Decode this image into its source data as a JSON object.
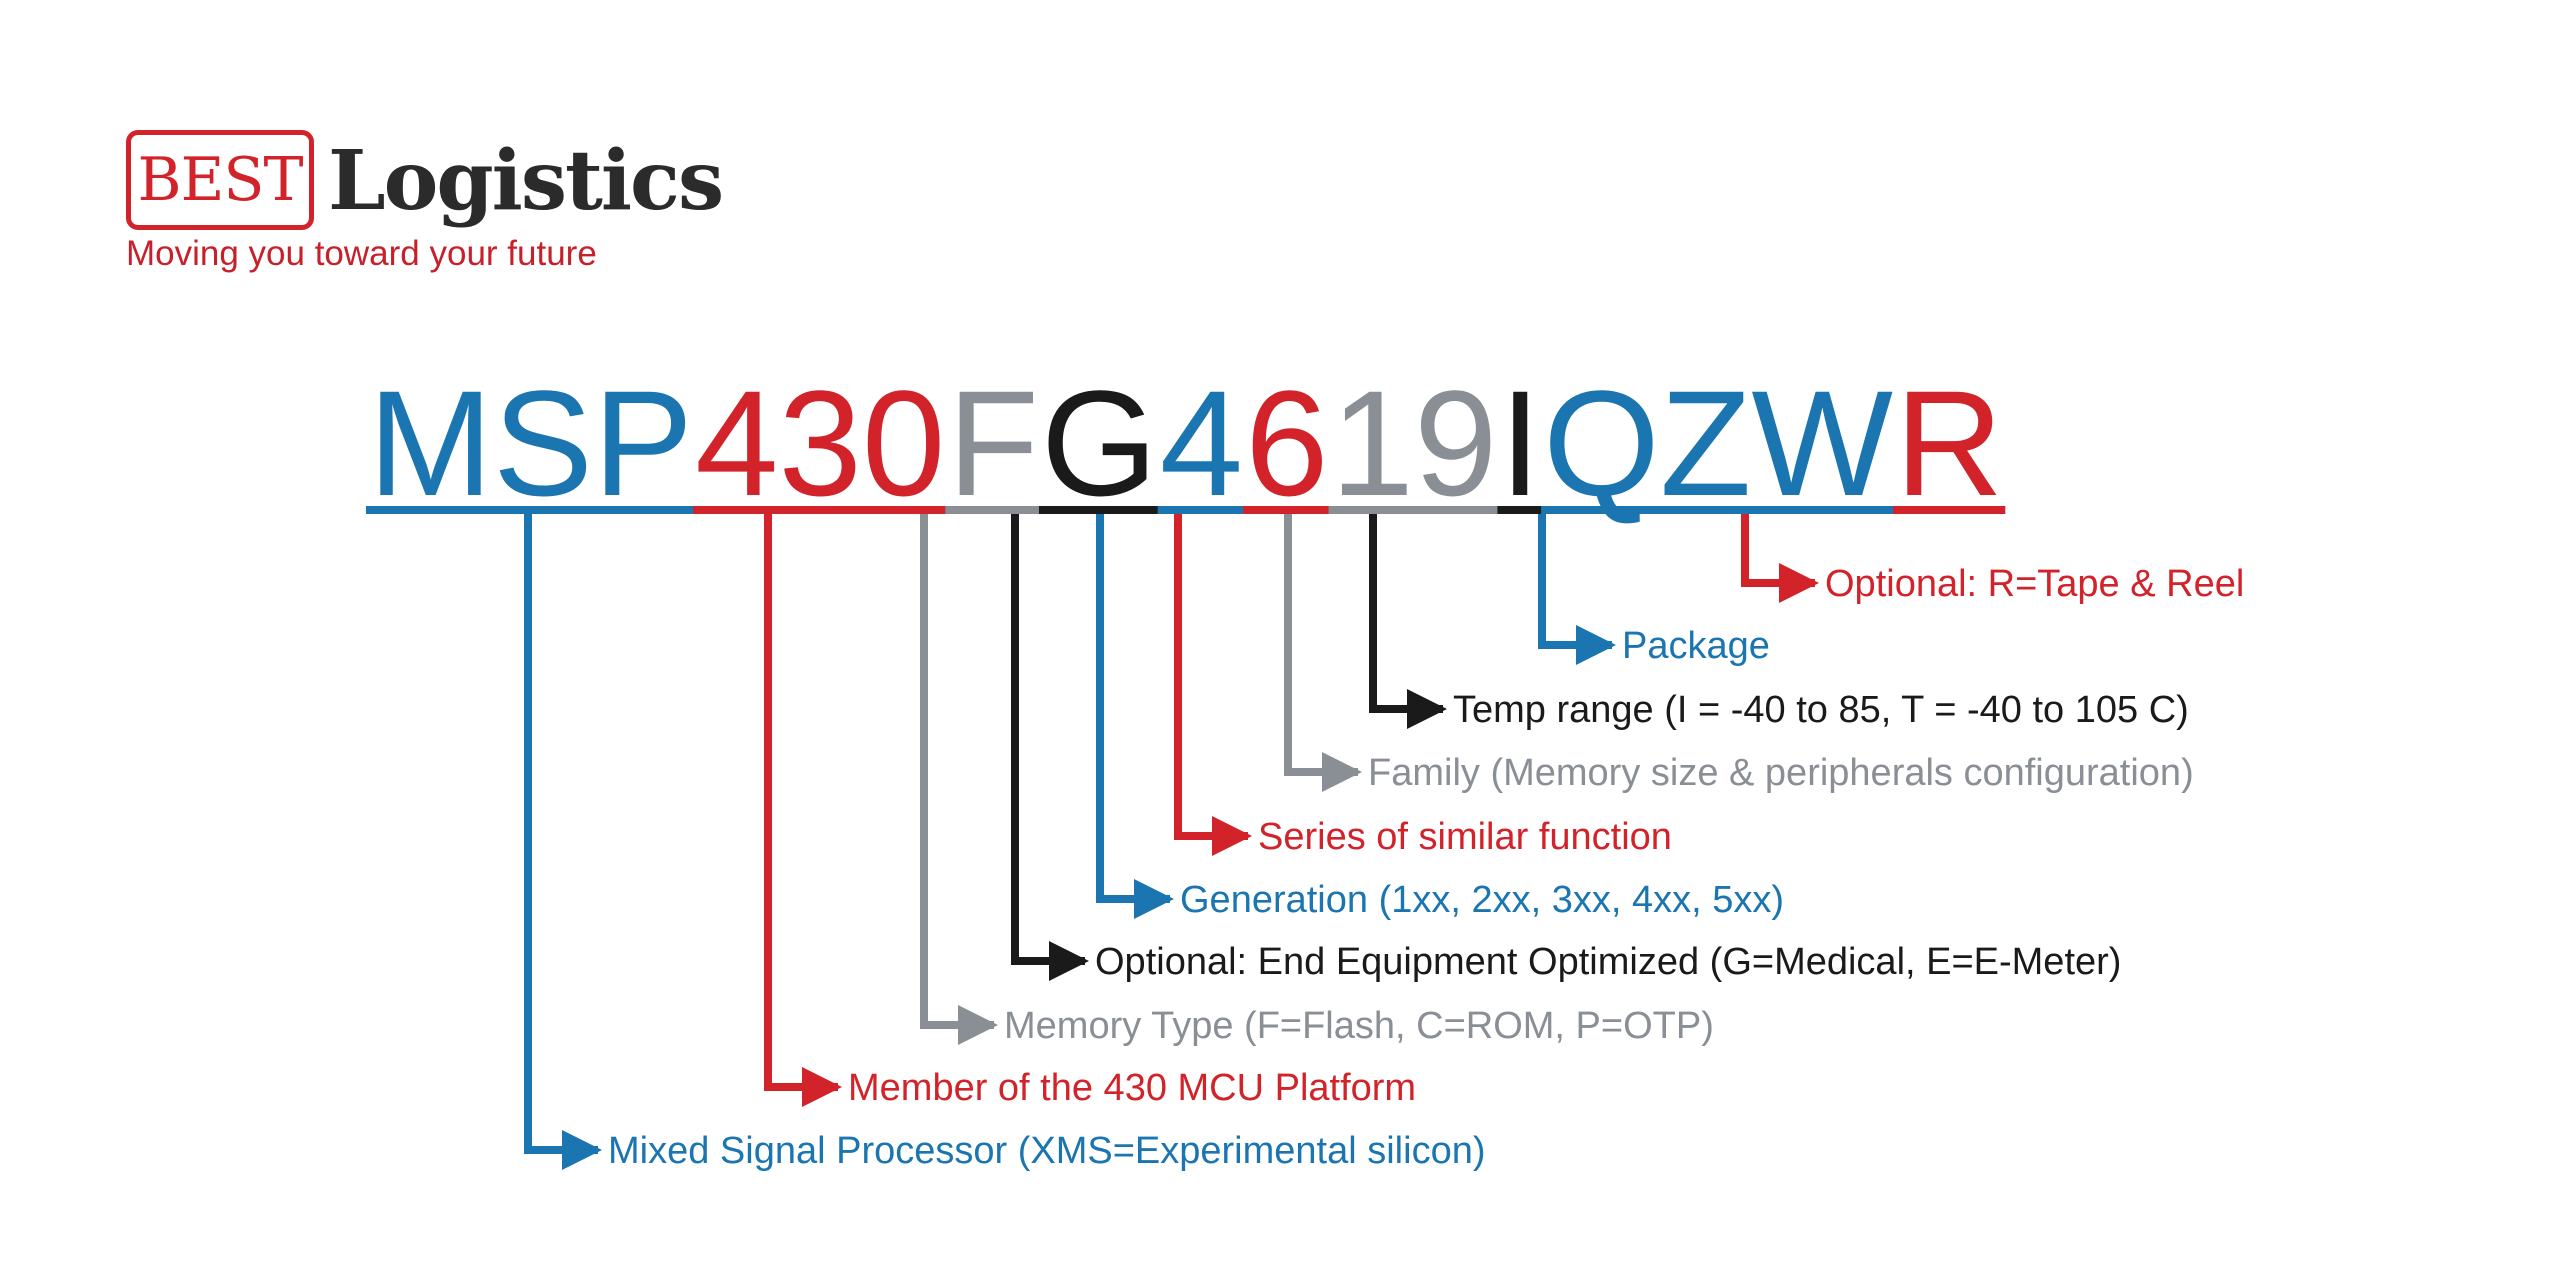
{
  "logo": {
    "box_text": "BEST",
    "word": "Logistics",
    "tagline": "Moving you toward your future"
  },
  "colors": {
    "blue": "#1a75b0",
    "red": "#d2232a",
    "gray": "#8a8f96",
    "black": "#1a1a1a",
    "logo_red": "#d2232a"
  },
  "part_number": {
    "segments": [
      {
        "text": "MSP",
        "color": "blue"
      },
      {
        "text": "430",
        "color": "red"
      },
      {
        "text": "F",
        "color": "gray"
      },
      {
        "text": "G",
        "color": "black"
      },
      {
        "text": "4",
        "color": "blue"
      },
      {
        "text": "6",
        "color": "red"
      },
      {
        "text": "19",
        "color": "gray"
      },
      {
        "text": "I",
        "color": "black"
      },
      {
        "text": "QZW",
        "color": "blue"
      },
      {
        "text": "R",
        "color": "red"
      }
    ]
  },
  "callouts": [
    {
      "segment": 9,
      "color": "red",
      "label": "Optional: R=Tape & Reel"
    },
    {
      "segment": 8,
      "color": "blue",
      "label": "Package"
    },
    {
      "segment": 7,
      "color": "black",
      "label": "Temp range (I = -40 to 85, T = -40 to 105 C)"
    },
    {
      "segment": 6,
      "color": "gray",
      "label": "Family (Memory size & peripherals configuration)"
    },
    {
      "segment": 5,
      "color": "red",
      "label": "Series of similar function"
    },
    {
      "segment": 4,
      "color": "blue",
      "label": "Generation (1xx, 2xx, 3xx, 4xx, 5xx)"
    },
    {
      "segment": 3,
      "color": "black",
      "label": "Optional: End Equipment Optimized (G=Medical, E=E-Meter)"
    },
    {
      "segment": 2,
      "color": "gray",
      "label": "Memory Type (F=Flash, C=ROM, P=OTP)"
    },
    {
      "segment": 1,
      "color": "red",
      "label": "Member of the 430 MCU Platform"
    },
    {
      "segment": 0,
      "color": "blue",
      "label": "Mixed Signal Processor (XMS=Experimental silicon)"
    }
  ]
}
